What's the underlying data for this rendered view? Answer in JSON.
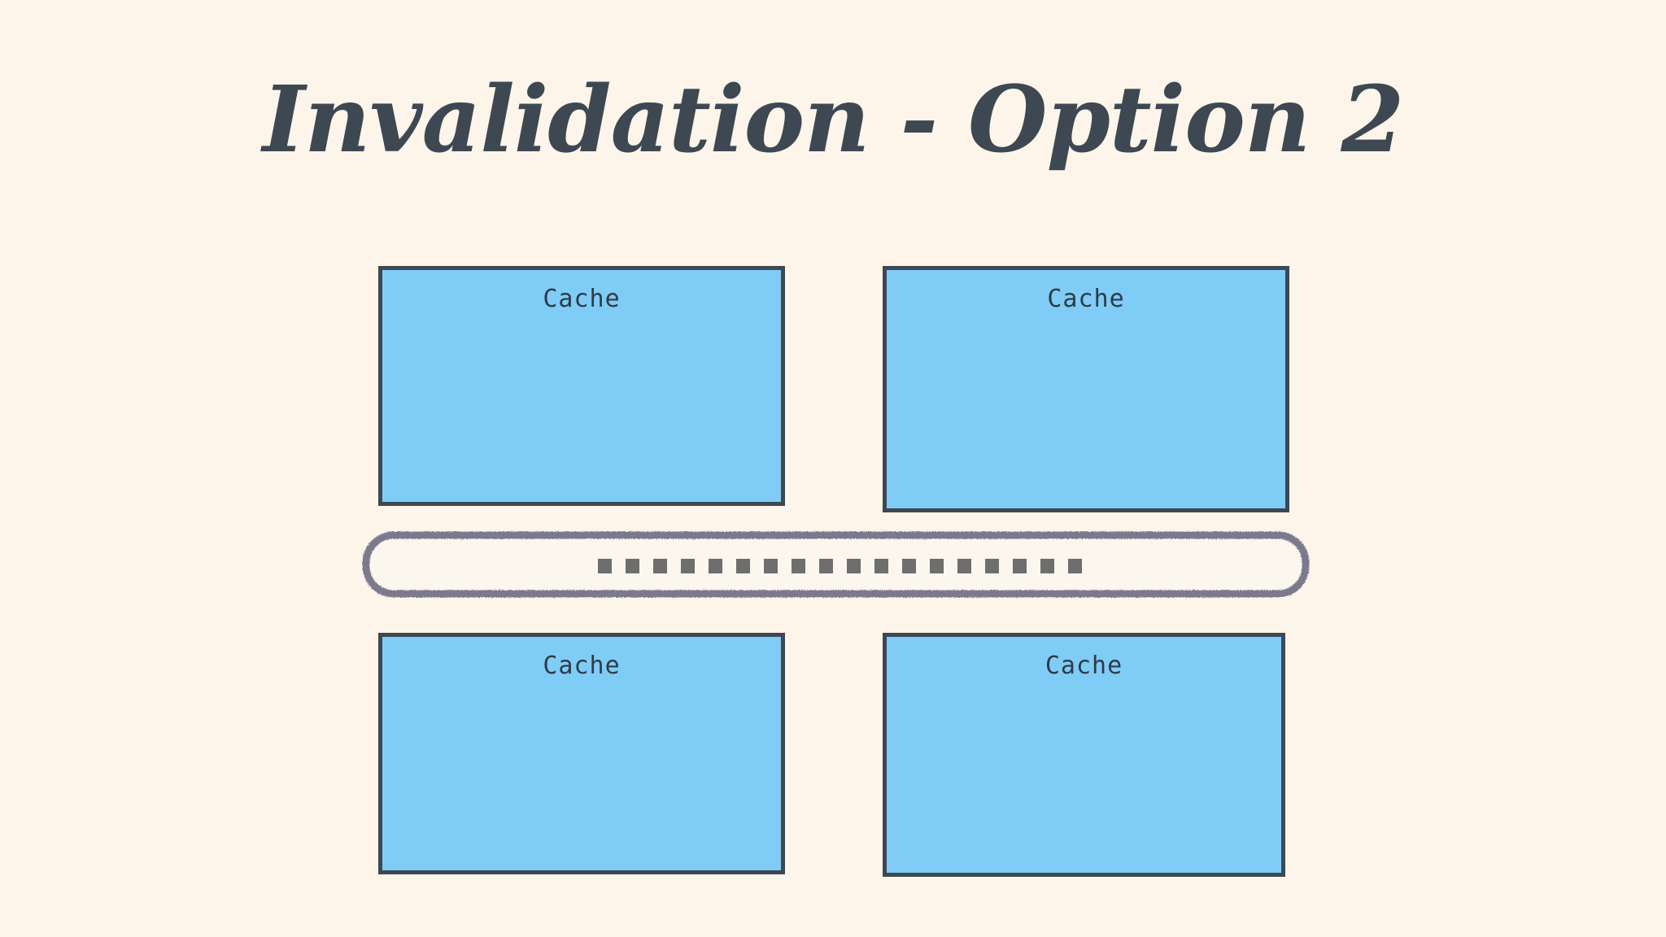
{
  "page": {
    "title": "Invalidation - Option 2",
    "background_color": "#FDF5EA"
  },
  "colors": {
    "background": "#FDF5EA",
    "title_text": "#3D4852",
    "box_fill": "#7FCCF7",
    "box_border": "#3D4852",
    "box_label_text": "#2F3B46",
    "bus_stroke": "#7A7A8C",
    "bus_fill": "#FBF6EE",
    "dash_color": "#6E6E6E",
    "connector_line": "#111111"
  },
  "diagram": {
    "type": "block-diagram",
    "style": "hand-drawn-sketch",
    "boxes": [
      {
        "id": "top-left",
        "label": "Cache",
        "row": "top",
        "column": "left"
      },
      {
        "id": "top-right",
        "label": "Cache",
        "row": "top",
        "column": "right"
      },
      {
        "id": "bottom-left",
        "label": "Cache",
        "row": "bottom",
        "column": "left"
      },
      {
        "id": "bottom-right",
        "label": "Cache",
        "row": "bottom",
        "column": "right"
      }
    ],
    "bus": {
      "name": "shared-bus",
      "label": "",
      "shape": "rounded-rectangle",
      "dashed_signal": true,
      "dash_count": 26
    },
    "connectors": [
      {
        "id": "left-connector",
        "from": "top-left",
        "to": "bottom-left",
        "style": "solid-vertical"
      },
      {
        "id": "right-connector",
        "from": "top-right",
        "to": "bottom-right",
        "style": "solid-vertical"
      }
    ]
  }
}
